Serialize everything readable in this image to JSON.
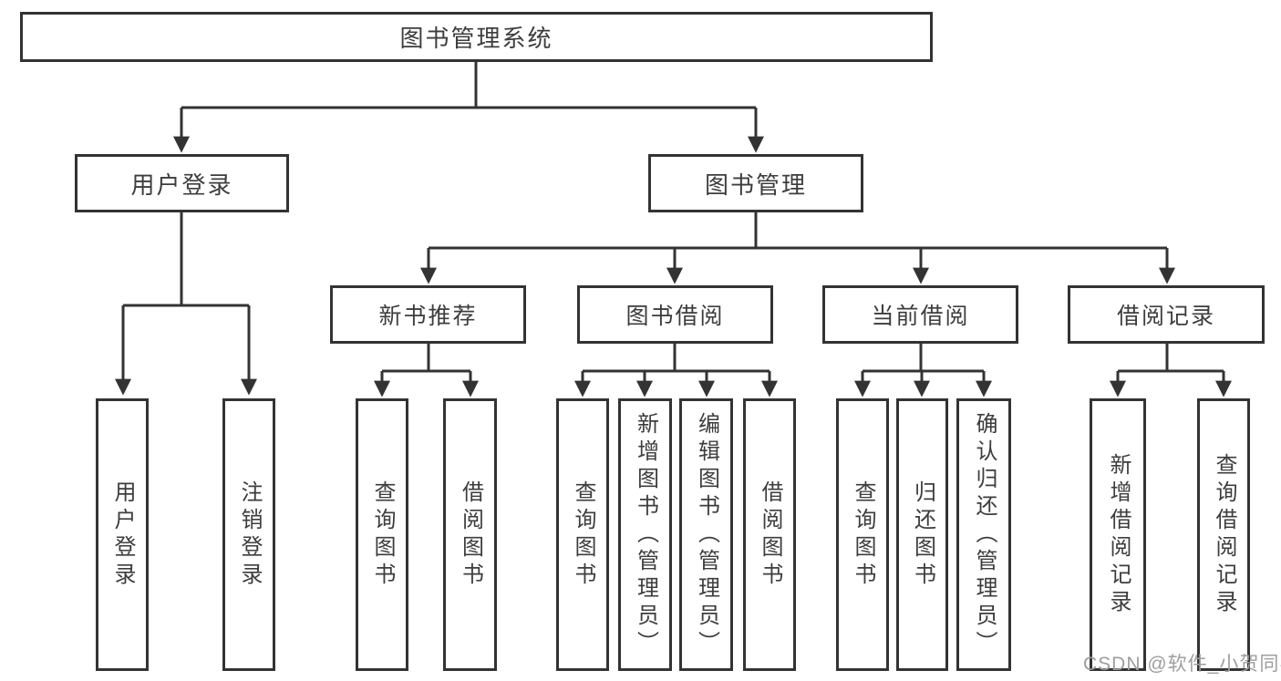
{
  "diagram_type": "tree-structure-chart",
  "colors": {
    "line": "#333333",
    "border": "#333333",
    "text": "#3d3d3d",
    "watermark": "#9e9e9e",
    "background": "#ffffff"
  },
  "hierarchy": {
    "root": "图书管理系统",
    "children": [
      {
        "label": "用户登录",
        "children": [
          "用户登录",
          "注销登录"
        ]
      },
      {
        "label": "图书管理",
        "children": [
          {
            "label": "新书推荐",
            "children": [
              "查询图书",
              "借阅图书"
            ]
          },
          {
            "label": "图书借阅",
            "children": [
              "查询图书",
              "新增图书（管理员）",
              "编辑图书（管理员）",
              "借阅图书"
            ]
          },
          {
            "label": "当前借阅",
            "children": [
              "查询图书",
              "归还图书",
              "确认归还（管理员）"
            ]
          },
          {
            "label": "借阅记录",
            "children": [
              "新增借阅记录",
              "查询借阅记录"
            ]
          }
        ]
      }
    ]
  },
  "watermark": {
    "text": "CSDN @软件_小贺同学"
  }
}
